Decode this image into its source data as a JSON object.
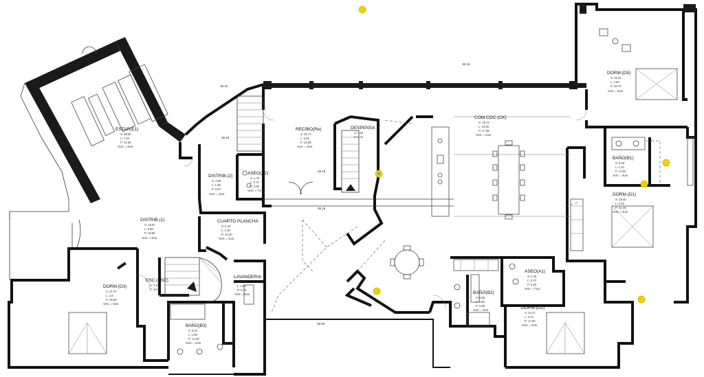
{
  "rooms": {
    "estar": {
      "name": "ESTAR(E1)",
      "s": "S: 38.50",
      "l": "L: 7.40",
      "p": "P: 31.60",
      "v": "Vent. = Ilum."
    },
    "distrib2": {
      "name": "DISTRIB.(2)",
      "s": "S: 4.99",
      "l": "L: 1.85",
      "p": "P: 8.87",
      "v": "Vent. = Ilum."
    },
    "aseoa2": {
      "name": "ASEO(A2)",
      "s": "S: 1.78",
      "l": "L: 0.70",
      "p": "P: 5.90",
      "v": "Vent. = Forz."
    },
    "recibo": {
      "name": "RECIBO(Re)",
      "s": "S: 20.71",
      "l": "L: 8.00",
      "p": "P: 22.65",
      "v": "Vent. = Ilum."
    },
    "despensa": {
      "name": "DESPENSA",
      "s": "S: 3.64",
      "p": "P: 8.01"
    },
    "comcoc": {
      "name": "COM.COC.(CK)",
      "s": "S: 78.73",
      "l": "L: 19.60",
      "p": "P: 47.89",
      "v": "Vent. = Ilum."
    },
    "dormd5": {
      "name": "DORM.(D5)",
      "s": "S: 23.42",
      "l": "L: 1.80",
      "p": "P: 20.70",
      "v": "Vent. = Ilum."
    },
    "banob1": {
      "name": "BAÑO(B1)",
      "s": "S: 9.39",
      "l": "L: 1.40",
      "p": "P: 13.50",
      "v": "Vent. = Ilum."
    },
    "dormd1": {
      "name": "DORM.(D1)",
      "s": "S: 18.40",
      "l": "L: 2.33",
      "p": "P: 21.45",
      "v": "Vent. = Ilum."
    },
    "distrib1": {
      "name": "DISTRIB.(1)",
      "s": "S: 18.87",
      "l": "L: 2.80",
      "p": "P: 18.86",
      "v": "Vent. = Ilum."
    },
    "cuartoplancha": {
      "name": "CUARTO PLANCHA",
      "s": "S: 6.40",
      "l": "L: 1.40",
      "p": "P: 10.30",
      "v": "Vent. = Ilum."
    },
    "lavanderia": {
      "name": "LAVANDERIA",
      "s": "S: 4.23",
      "l": "L: 2.80",
      "p": "P: 8.70",
      "v": "Vent. = Ilum."
    },
    "esc": {
      "name": "ESC.(ESC)",
      "s": "S: 7.04",
      "p": "P: 10.81"
    },
    "dormd3": {
      "name": "DORM.(D3)",
      "s": "S: 21.37",
      "l": "L: 2.8",
      "p": "P: 25.60",
      "v": "Vent. = Ilum."
    },
    "banob3": {
      "name": "BAÑO(B3)",
      "s": "S: 8.24",
      "l": "L: 1.90",
      "p": "P: 13.40",
      "v": "Vent. = Ilum."
    },
    "aseoa1": {
      "name": "ASEO(A1)",
      "s": "S: 2.40",
      "l": "L: 0.70",
      "p": "P: 6.25",
      "v": "Vent. = Forz."
    },
    "banob2": {
      "name": "BAÑO(B2)",
      "s": "S: 5.56",
      "l": "L: 0.80",
      "p": "P: 9.80",
      "v": "Vent. = Ilum."
    },
    "dormd2": {
      "name": "DORM.(D2)",
      "s": "S: 24.27",
      "l": "L: 2.12",
      "p": "P: 17.00",
      "v": "Vent. = Ilum."
    }
  },
  "levels": {
    "top": "39.16",
    "estar_a": "39.16",
    "estar_b": "39.10",
    "recibo_a": "39.16",
    "recibo_b": "39.16",
    "bottom": "39.00"
  },
  "colors": {
    "wall": "#1a1a1a",
    "marker": "#f0d000",
    "marker_accent": "#3bb3d6"
  }
}
